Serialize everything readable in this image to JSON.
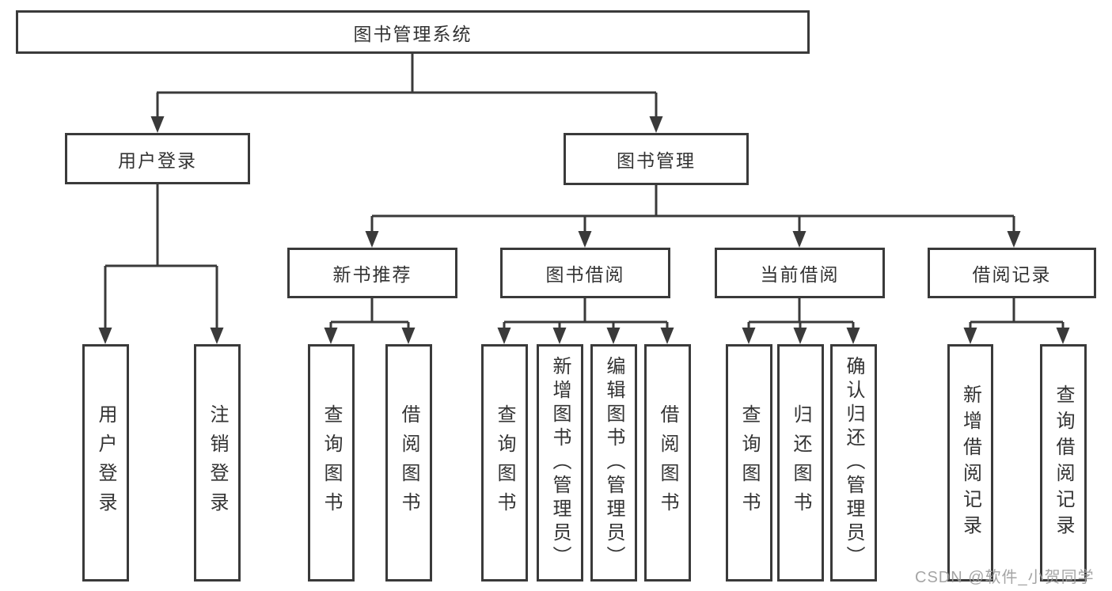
{
  "figure_type": "functional-structure-tree-diagram",
  "tree": {
    "label": "图书管理系统",
    "children": [
      {
        "label": "用户登录",
        "children": [
          {
            "label": "用户登录"
          },
          {
            "label": "注销登录"
          }
        ]
      },
      {
        "label": "图书管理",
        "children": [
          {
            "label": "新书推荐",
            "children": [
              {
                "label": "查询图书"
              },
              {
                "label": "借阅图书"
              }
            ]
          },
          {
            "label": "图书借阅",
            "children": [
              {
                "label": "查询图书"
              },
              {
                "label": "新增图书（管理员）"
              },
              {
                "label": "编辑图书（管理员）"
              },
              {
                "label": "借阅图书"
              }
            ]
          },
          {
            "label": "当前借阅",
            "children": [
              {
                "label": "查询图书"
              },
              {
                "label": "归还图书"
              },
              {
                "label": "确认归还（管理员）"
              }
            ]
          },
          {
            "label": "借阅记录",
            "children": [
              {
                "label": "新增借阅记录"
              },
              {
                "label": "查询借阅记录"
              }
            ]
          }
        ]
      }
    ]
  },
  "watermark": "CSDN @软件_小贺同学",
  "colors": {
    "line": "#3a3a3a",
    "text": "#333333",
    "background": "#ffffff",
    "watermark": "#9b9b9b"
  }
}
